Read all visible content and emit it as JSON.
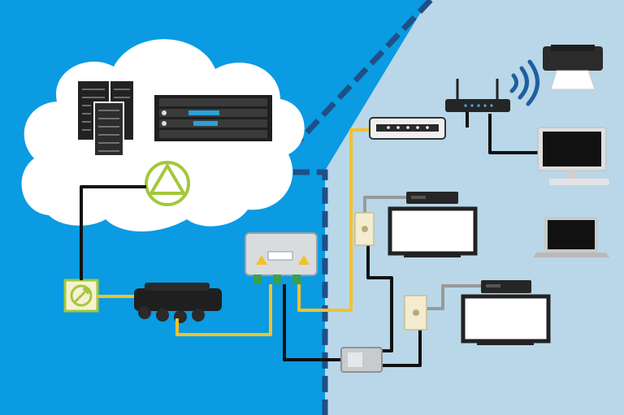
{
  "colors": {
    "provider_zone": "#0a9be3",
    "home_zone": "#b9d7e8",
    "boundary": "#1f4f86",
    "coax": "#f2c22a",
    "ethernet": "#111111",
    "fiber": "#a2c83a",
    "signal": "#1f5fa0",
    "cloud": "#ffffff",
    "device_dark": "#1f1f1f",
    "wall_plate": "#f3ecd0"
  },
  "regions": [
    {
      "id": "provider-network",
      "icon": "cloud-icon"
    },
    {
      "id": "home-network",
      "icon": "house-zone"
    }
  ],
  "devices": [
    {
      "id": "server-racks",
      "icon": "server-rack-icon"
    },
    {
      "id": "network-switch",
      "icon": "rack-switch-icon"
    },
    {
      "id": "optical-node",
      "icon": "triangle-node-icon"
    },
    {
      "id": "fiber-junction",
      "icon": "fiber-box-icon"
    },
    {
      "id": "tap-amplifier",
      "icon": "coax-tap-icon"
    },
    {
      "id": "ground-block",
      "icon": "ground-block-icon"
    },
    {
      "id": "cable-modem",
      "icon": "modem-icon"
    },
    {
      "id": "wifi-router",
      "icon": "router-icon"
    },
    {
      "id": "printer",
      "icon": "printer-icon"
    },
    {
      "id": "desktop-monitor",
      "icon": "monitor-icon"
    },
    {
      "id": "laptop",
      "icon": "laptop-icon"
    },
    {
      "id": "tv-1",
      "icon": "tv-icon"
    },
    {
      "id": "set-top-box-1",
      "icon": "cable-box-icon"
    },
    {
      "id": "tv-2",
      "icon": "tv-icon"
    },
    {
      "id": "set-top-box-2",
      "icon": "cable-box-icon"
    },
    {
      "id": "wall-plate-1",
      "icon": "coax-wall-plate-icon"
    },
    {
      "id": "wall-plate-2",
      "icon": "coax-wall-plate-icon"
    },
    {
      "id": "splitter",
      "icon": "coax-splitter-icon"
    }
  ],
  "connections": [
    {
      "from": "optical-node",
      "to": "fiber-junction",
      "medium": "ethernet"
    },
    {
      "from": "fiber-junction",
      "to": "tap-amplifier",
      "medium": "coax"
    },
    {
      "from": "tap-amplifier",
      "to": "ground-block",
      "medium": "coax"
    },
    {
      "from": "ground-block",
      "to": "cable-modem",
      "medium": "coax"
    },
    {
      "from": "ground-block",
      "to": "splitter",
      "medium": "ethernet"
    },
    {
      "from": "splitter",
      "to": "wall-plate-1",
      "medium": "ethernet"
    },
    {
      "from": "splitter",
      "to": "wall-plate-2",
      "medium": "ethernet"
    },
    {
      "from": "wall-plate-1",
      "to": "set-top-box-1",
      "medium": "coax-gray"
    },
    {
      "from": "wall-plate-2",
      "to": "set-top-box-2",
      "medium": "coax-gray"
    },
    {
      "from": "cable-modem",
      "to": "wifi-router",
      "medium": "ethernet"
    },
    {
      "from": "wifi-router",
      "to": "desktop-monitor",
      "medium": "ethernet"
    },
    {
      "from": "wifi-router",
      "to": "printer",
      "medium": "wireless"
    }
  ]
}
